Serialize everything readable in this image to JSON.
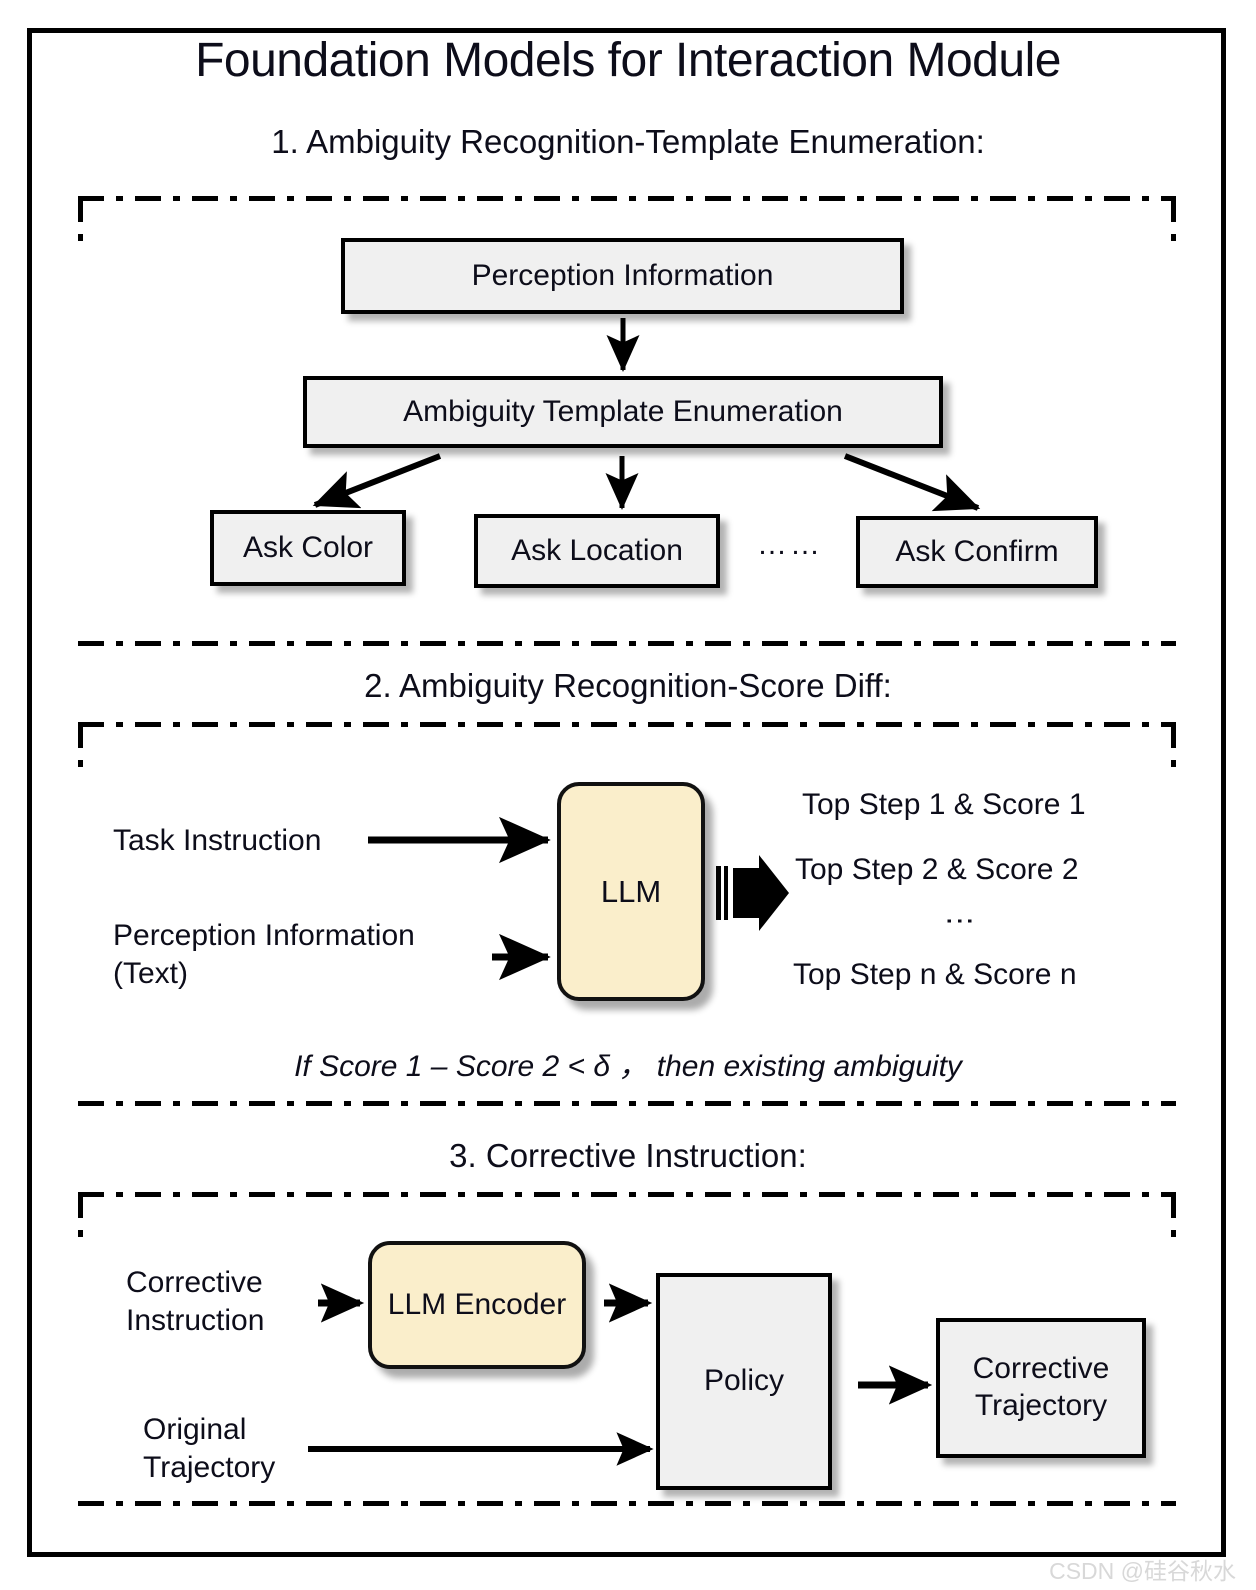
{
  "title": "Foundation Models for Interaction Module",
  "sections": [
    {
      "id": "section-1",
      "title": "1. Ambiguity Recognition-Template Enumeration:",
      "nodes": {
        "perception": "Perception Information",
        "enumeration": "Ambiguity Template Enumeration",
        "ask_color": "Ask Color",
        "ask_location": "Ask Location",
        "ask_confirm": "Ask Confirm"
      },
      "ellipsis": "……"
    },
    {
      "id": "section-2",
      "title": "2. Ambiguity Recognition-Score Diff:",
      "inputs": {
        "task_instruction": "Task Instruction",
        "perception_text": "Perception Information\n(Text)"
      },
      "model": "LLM",
      "outputs": {
        "top_1": "Top Step 1 & Score 1",
        "top_2": "Top Step 2 & Score 2",
        "vdots": "⋮",
        "top_n": "Top Step n & Score n"
      },
      "formula": "If Score 1 – Score 2 < δ ，  then existing ambiguity"
    },
    {
      "id": "section-3",
      "title": "3. Corrective Instruction:",
      "inputs": {
        "corrective_instruction": "Corrective\nInstruction",
        "original_trajectory": "Original\nTrajectory"
      },
      "nodes": {
        "llm_encoder": "LLM\nEncoder",
        "policy": "Policy",
        "corrective_trajectory": "Corrective\nTrajectory"
      }
    }
  ],
  "watermark": "CSDN @硅谷秋水",
  "colors": {
    "box_fill": "#f0f0f0",
    "llm_fill": "#faeecb",
    "border": "#000000",
    "text": "#0d0d1a",
    "watermark": "#d8d8d8"
  }
}
